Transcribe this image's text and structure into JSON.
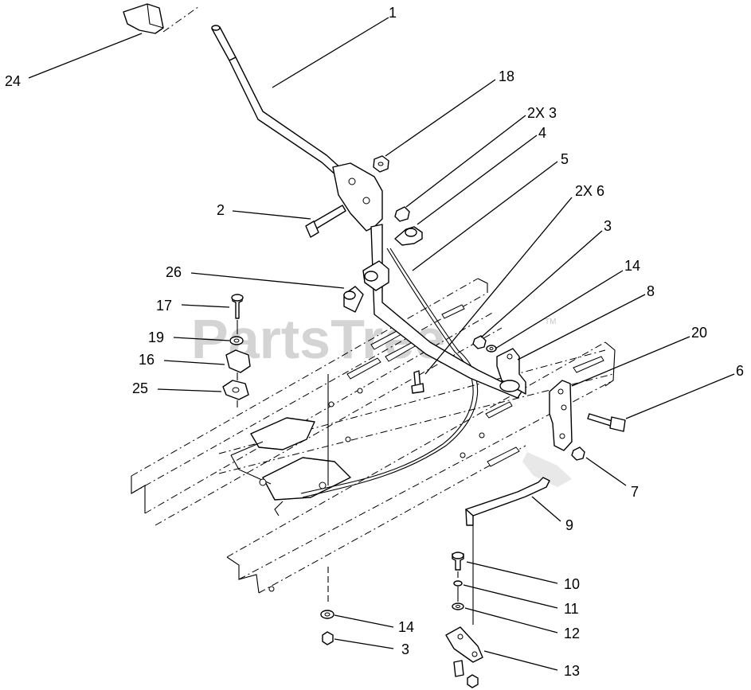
{
  "watermark": {
    "text": "PartsTree",
    "tm": "TM"
  },
  "callouts": [
    {
      "id": "c24",
      "text": "24"
    },
    {
      "id": "c1",
      "text": "1"
    },
    {
      "id": "c18",
      "text": "18"
    },
    {
      "id": "c2x3",
      "text": "2X 3"
    },
    {
      "id": "c4",
      "text": "4"
    },
    {
      "id": "c5",
      "text": "5"
    },
    {
      "id": "c2x6",
      "text": "2X 6"
    },
    {
      "id": "c2",
      "text": "2"
    },
    {
      "id": "c26",
      "text": "26"
    },
    {
      "id": "c3a",
      "text": "3"
    },
    {
      "id": "c14a",
      "text": "14"
    },
    {
      "id": "c8",
      "text": "8"
    },
    {
      "id": "c17",
      "text": "17"
    },
    {
      "id": "c19",
      "text": "19"
    },
    {
      "id": "c16",
      "text": "16"
    },
    {
      "id": "c25",
      "text": "25"
    },
    {
      "id": "c20",
      "text": "20"
    },
    {
      "id": "c6",
      "text": "6"
    },
    {
      "id": "c7",
      "text": "7"
    },
    {
      "id": "c9",
      "text": "9"
    },
    {
      "id": "c10",
      "text": "10"
    },
    {
      "id": "c11",
      "text": "11"
    },
    {
      "id": "c12",
      "text": "12"
    },
    {
      "id": "c13",
      "text": "13"
    },
    {
      "id": "c14b",
      "text": "14"
    },
    {
      "id": "c3b",
      "text": "3"
    }
  ]
}
